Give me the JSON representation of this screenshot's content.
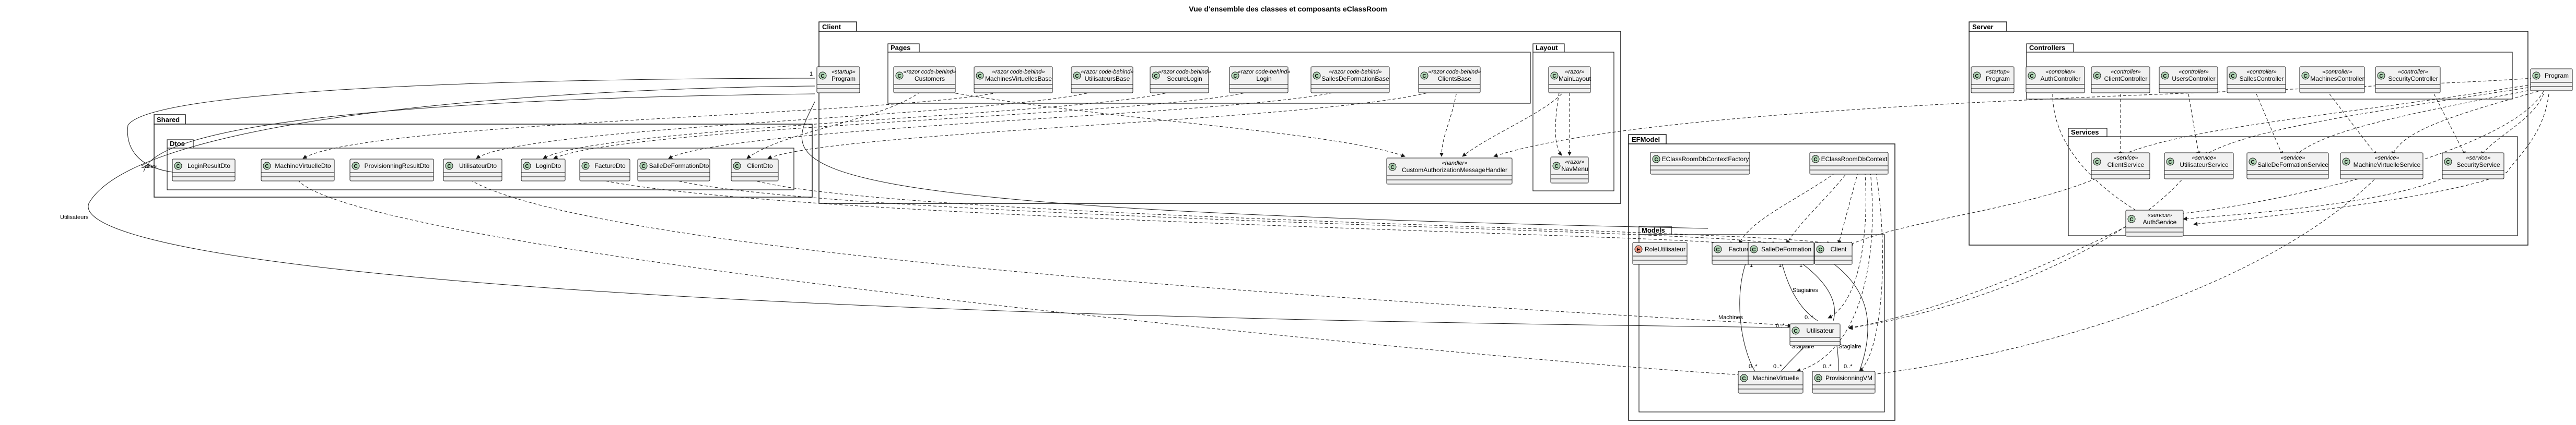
{
  "title": "Vue d'ensemble des classes et composants eClassRoom",
  "packages": {
    "client": "Client",
    "pages": "Pages",
    "layout": "Layout",
    "shared": "Shared",
    "dtos": "Dtos",
    "efmodel": "EFModel",
    "models": "Models",
    "server": "Server",
    "controllers": "Controllers",
    "services": "Services"
  },
  "classes": {
    "client_program": {
      "name": "Program",
      "stereo": "«startup»",
      "kind": "C"
    },
    "customers": {
      "name": "Customers",
      "stereo": "«razor code-behind»",
      "kind": "C"
    },
    "machines_virtuelles_base": {
      "name": "MachinesVirtuellesBase",
      "stereo": "«razor code-behind»",
      "kind": "C"
    },
    "utilisateurs_base": {
      "name": "UtilisateursBase",
      "stereo": "«razor code-behind»",
      "kind": "C"
    },
    "secure_login": {
      "name": "SecureLogin",
      "stereo": "«razor code-behind»",
      "kind": "C"
    },
    "login": {
      "name": "Login",
      "stereo": "«razor code-behind»",
      "kind": "C"
    },
    "salles_de_formation_base": {
      "name": "SallesDeFormationBase",
      "stereo": "«razor code-behind»",
      "kind": "C"
    },
    "clients_base": {
      "name": "ClientsBase",
      "stereo": "«razor code-behind»",
      "kind": "C"
    },
    "main_layout": {
      "name": "MainLayout",
      "stereo": "«razor»",
      "kind": "C"
    },
    "nav_menu": {
      "name": "NavMenu",
      "stereo": "«razor»",
      "kind": "C"
    },
    "custom_auth_handler": {
      "name": "CustomAuthorizationMessageHandler",
      "stereo": "«handler»",
      "kind": "C"
    },
    "login_result_dto": {
      "name": "LoginResultDto",
      "stereo": "",
      "kind": "C"
    },
    "machine_virtuelle_dto": {
      "name": "MachineVirtuelleDto",
      "stereo": "",
      "kind": "C"
    },
    "provisionning_result_dto": {
      "name": "ProvisionningResultDto",
      "stereo": "",
      "kind": "C"
    },
    "utilisateur_dto": {
      "name": "UtilisateurDto",
      "stereo": "",
      "kind": "C"
    },
    "login_dto": {
      "name": "LoginDto",
      "stereo": "",
      "kind": "C"
    },
    "facture_dto": {
      "name": "FactureDto",
      "stereo": "",
      "kind": "C"
    },
    "salle_de_formation_dto": {
      "name": "SalleDeFormationDto",
      "stereo": "",
      "kind": "C"
    },
    "client_dto": {
      "name": "ClientDto",
      "stereo": "",
      "kind": "C"
    },
    "db_context_factory": {
      "name": "EClassRoomDbContextFactory",
      "stereo": "",
      "kind": "C"
    },
    "db_context": {
      "name": "EClassRoomDbContext",
      "stereo": "",
      "kind": "C"
    },
    "role_utilisateur": {
      "name": "RoleUtilisateur",
      "stereo": "",
      "kind": "E"
    },
    "facture": {
      "name": "Facture",
      "stereo": "",
      "kind": "C"
    },
    "salle_de_formation": {
      "name": "SalleDeFormation",
      "stereo": "",
      "kind": "C"
    },
    "client": {
      "name": "Client",
      "stereo": "",
      "kind": "C"
    },
    "utilisateur": {
      "name": "Utilisateur",
      "stereo": "",
      "kind": "C"
    },
    "machine_virtuelle": {
      "name": "MachineVirtuelle",
      "stereo": "",
      "kind": "C"
    },
    "provisionning_vm": {
      "name": "ProvisionningVM",
      "stereo": "",
      "kind": "C"
    },
    "server_program": {
      "name": "Program",
      "stereo": "«startup»",
      "kind": "C"
    },
    "auth_controller": {
      "name": "AuthController",
      "stereo": "«controller»",
      "kind": "C"
    },
    "client_controller": {
      "name": "ClientController",
      "stereo": "«controller»",
      "kind": "C"
    },
    "users_controller": {
      "name": "UsersController",
      "stereo": "«controller»",
      "kind": "C"
    },
    "salles_controller": {
      "name": "SallesController",
      "stereo": "«controller»",
      "kind": "C"
    },
    "machines_controller": {
      "name": "MachinesController",
      "stereo": "«controller»",
      "kind": "C"
    },
    "security_controller": {
      "name": "SecurityController",
      "stereo": "«controller»",
      "kind": "C"
    },
    "client_service": {
      "name": "ClientService",
      "stereo": "«service»",
      "kind": "C"
    },
    "utilisateur_service": {
      "name": "UtilisateurService",
      "stereo": "«service»",
      "kind": "C"
    },
    "salle_de_formation_service": {
      "name": "SalleDeFormationService",
      "stereo": "«service»",
      "kind": "C"
    },
    "machine_virtuelle_service": {
      "name": "MachineVirtuelleService",
      "stereo": "«service»",
      "kind": "C"
    },
    "security_service": {
      "name": "SecurityService",
      "stereo": "«service»",
      "kind": "C"
    },
    "auth_service": {
      "name": "AuthService",
      "stereo": "«service»",
      "kind": "C"
    },
    "program_ext": {
      "name": "Program",
      "stereo": "",
      "kind": "C"
    }
  },
  "edge_labels": {
    "salles": "Salles",
    "utilisateurs": "Utilisateurs",
    "stagiaires_1": "Stagiaires",
    "machines": "Machines",
    "stagiaire": "Stagiaire",
    "stagiaire_2": "Stagiaire"
  },
  "multiplicities": {
    "one": "1",
    "many": "0..*",
    "zero": "0"
  },
  "colors": {
    "class_fill": "#f1f1f1",
    "class_badge": "#adD1B2",
    "enum_badge": "#eb937f",
    "border": "#181818"
  }
}
